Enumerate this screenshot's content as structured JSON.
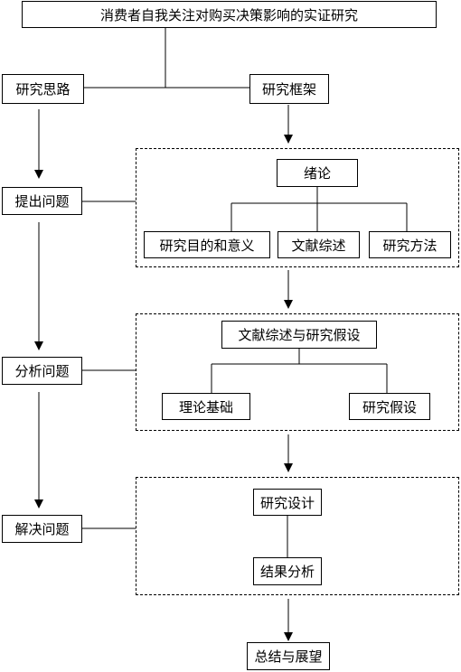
{
  "title": "消费者自我关注对购买决策影响的实证研究",
  "left_column": {
    "header": "研究思路",
    "steps": [
      "提出问题",
      "分析问题",
      "解决问题"
    ]
  },
  "right_column": {
    "header": "研究框架",
    "section1": {
      "head": "绪论",
      "children": [
        "研究目的和意义",
        "文献综述",
        "研究方法"
      ]
    },
    "section2": {
      "head": "文献综述与研究假设",
      "children": [
        "理论基础",
        "研究假设"
      ]
    },
    "section3": {
      "head": "研究设计",
      "child": "结果分析"
    },
    "conclusion": "总结与展望"
  }
}
